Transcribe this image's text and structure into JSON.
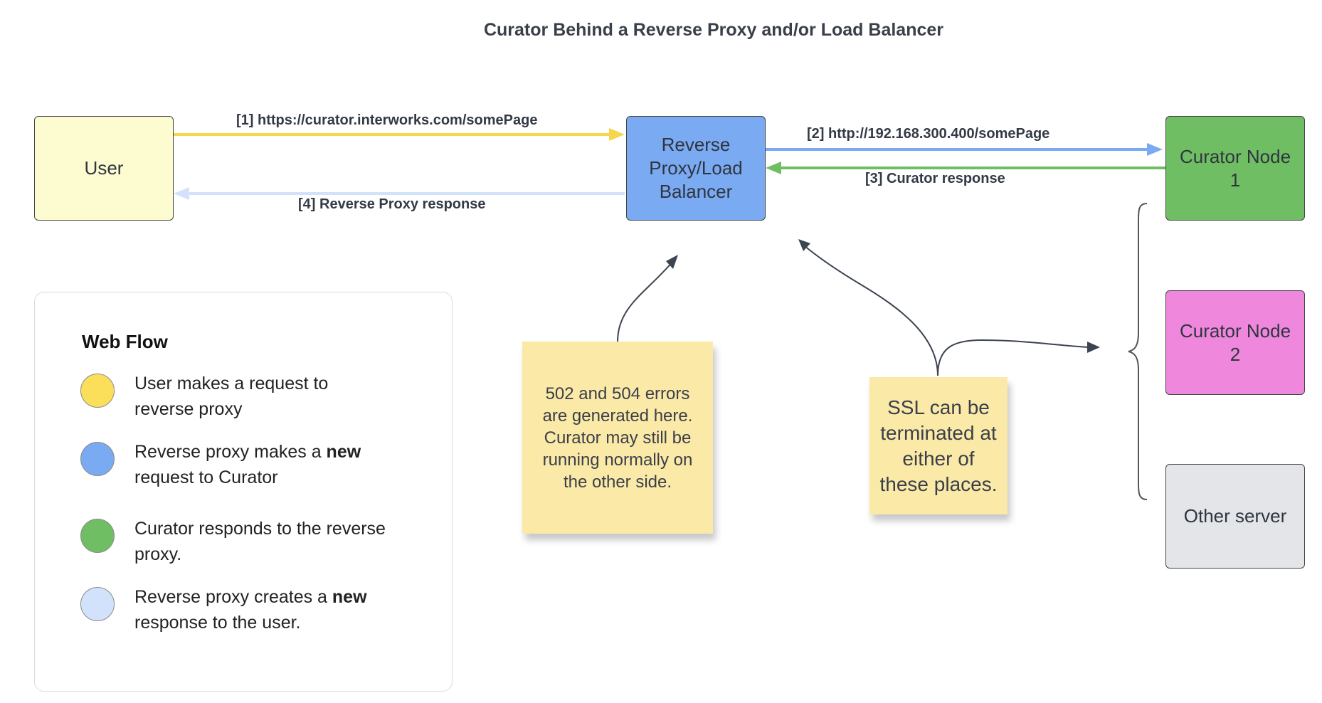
{
  "title": "Curator Behind a Reverse Proxy and/or Load Balancer",
  "nodes": {
    "user": {
      "label": "User",
      "color": "#fdfbd0"
    },
    "proxy": {
      "lines": [
        "Reverse",
        "Proxy/Load",
        "Balancer"
      ],
      "color": "#7aaaf2"
    },
    "node1": {
      "lines": [
        "Curator Node",
        "1"
      ],
      "color": "#70be63"
    },
    "node2": {
      "lines": [
        "Curator Node",
        "2"
      ],
      "color": "#ef87dd"
    },
    "other": {
      "label": "Other server",
      "color": "#e3e5e8"
    }
  },
  "edges": {
    "e1": {
      "label": "[1] https://curator.interworks.com/somePage",
      "color": "#f7d54c"
    },
    "e2": {
      "label": "[2] http://192.168.300.400/somePage",
      "color": "#7aaaf2"
    },
    "e3": {
      "label": "[3] Curator response",
      "color": "#70be63"
    },
    "e4": {
      "label": "[4] Reverse Proxy response",
      "color": "#d3e2fb"
    }
  },
  "legend": {
    "title": "Web Flow",
    "items": [
      {
        "color": "#fbde5a",
        "line1": "User makes a request to",
        "line2": "reverse proxy",
        "bold": "",
        "line1_after": ""
      },
      {
        "color": "#7aaaf2",
        "line1": "Reverse proxy makes a ",
        "bold": "new",
        "line1_after": "",
        "line2": "request to Curator"
      },
      {
        "color": "#70be63",
        "line1": "Curator responds to the reverse",
        "bold": "",
        "line1_after": "",
        "line2": "proxy."
      },
      {
        "color": "#d3e2fb",
        "line1": "Reverse proxy creates a ",
        "bold": "new",
        "line1_after": "",
        "line2": "response to the user."
      }
    ]
  },
  "notes": {
    "errors": {
      "lines": [
        "502 and 504 errors",
        "are generated here.",
        "Curator may still be",
        "running normally on",
        "the other side."
      ]
    },
    "ssl": {
      "lines": [
        "SSL can be",
        "terminated at",
        "either of",
        "these places."
      ]
    }
  }
}
